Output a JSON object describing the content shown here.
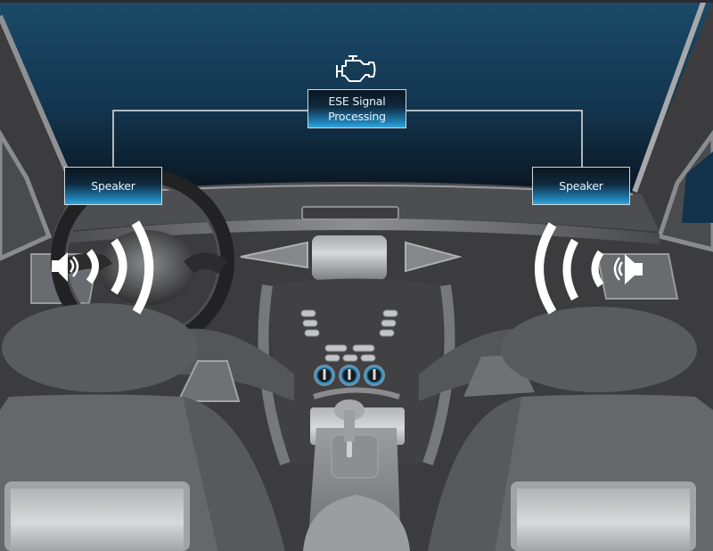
{
  "diagram": {
    "title_icon": "engine-icon",
    "processor": {
      "line1": "ESE Signal",
      "line2": "Processing"
    },
    "speaker_left": {
      "label": "Speaker",
      "icon": "speaker-sound-waves-icon"
    },
    "speaker_right": {
      "label": "Speaker",
      "icon": "speaker-sound-waves-icon"
    },
    "connections": [
      "ESE Signal Processing → Speaker (left)",
      "ESE Signal Processing → Speaker (right)"
    ]
  },
  "colors": {
    "sky_top": "#1b4a68",
    "sky_bottom": "#0c1a26",
    "box_dark": "#0b1620",
    "box_light": "#33a6dd",
    "interior_dark": "#3c3c3e",
    "interior_mid": "#5b5c5f",
    "interior_light": "#9a9b9e",
    "knob_accent": "#2e9ad6",
    "line_color": "#e6e6e6"
  }
}
